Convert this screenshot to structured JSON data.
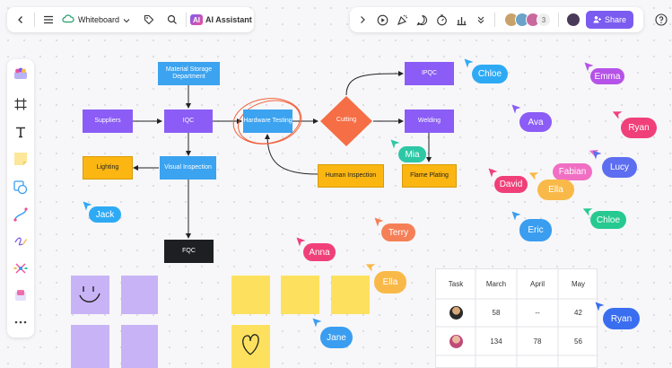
{
  "topbar": {
    "doc_type": "Whiteboard",
    "ai_label": "AI Assistant",
    "collaborator_count": "3",
    "share_label": "Share"
  },
  "flow": {
    "material": "Material Storage Department",
    "suppliers": "Suppliers",
    "iqc": "IQC",
    "hardware": "Hardware Testing",
    "cutting": "Cutting",
    "ipqc": "IPQC",
    "welding": "Welding",
    "lighting": "Lighting",
    "visual": "Visual Inspection",
    "human": "Human Inspection",
    "flame": "Flame Plating",
    "fqc": "FQC"
  },
  "cursors": [
    {
      "name": "Chloe",
      "color": "#2eaaf5"
    },
    {
      "name": "Emma",
      "color": "#b553e8"
    },
    {
      "name": "Ava",
      "color": "#8b5cf6"
    },
    {
      "name": "Ryan",
      "color": "#f0407a"
    },
    {
      "name": "Mia",
      "color": "#2dc7a5"
    },
    {
      "name": "Fabian",
      "color": "#f06fc3"
    },
    {
      "name": "Lucy",
      "color": "#5d6ef0"
    },
    {
      "name": "David",
      "color": "#f0407a"
    },
    {
      "name": "Ella",
      "color": "#f9b949"
    },
    {
      "name": "Chloe",
      "color": "#26c98f"
    },
    {
      "name": "Eric",
      "color": "#3a9df0"
    },
    {
      "name": "Jack",
      "color": "#2eaaf5"
    },
    {
      "name": "Terry",
      "color": "#f57f57"
    },
    {
      "name": "Anna",
      "color": "#f0407a"
    },
    {
      "name": "Ella",
      "color": "#f9b949"
    },
    {
      "name": "Jane",
      "color": "#3a9df0"
    },
    {
      "name": "Ryan",
      "color": "#3a6ef0"
    }
  ],
  "table": {
    "headers": [
      "Task",
      "March",
      "April",
      "May"
    ],
    "rows": [
      [
        "58",
        "--",
        "42"
      ],
      [
        "134",
        "78",
        "56"
      ]
    ]
  }
}
